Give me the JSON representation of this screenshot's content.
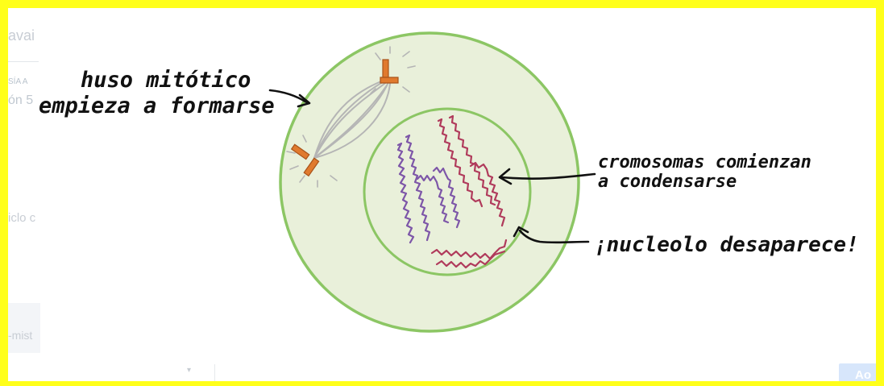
{
  "background_fragments": {
    "top": "avai",
    "small": "SÍA A",
    "line": "ón 5",
    "middle": "iclo c",
    "lower": "-mist",
    "button": "Ao"
  },
  "labels": {
    "spindle": [
      "huso mitótico",
      "empieza a formarse"
    ],
    "chromosomes": [
      "cromosomas comienzan",
      "a condensarse"
    ],
    "nucleolus": "¡nucleolo desaparece!"
  },
  "colors": {
    "frame_border": "#ffff1a",
    "cell_fill": "#e9f0da",
    "cell_border": "#8cc664",
    "nucleus_border": "#8cc664",
    "centrosome": "#e07a2e",
    "spindle_fibers": "#b5b5b5",
    "chromosome_purple": "#7d56a8",
    "chromosome_red": "#b03a5b",
    "label_text": "#111111"
  }
}
